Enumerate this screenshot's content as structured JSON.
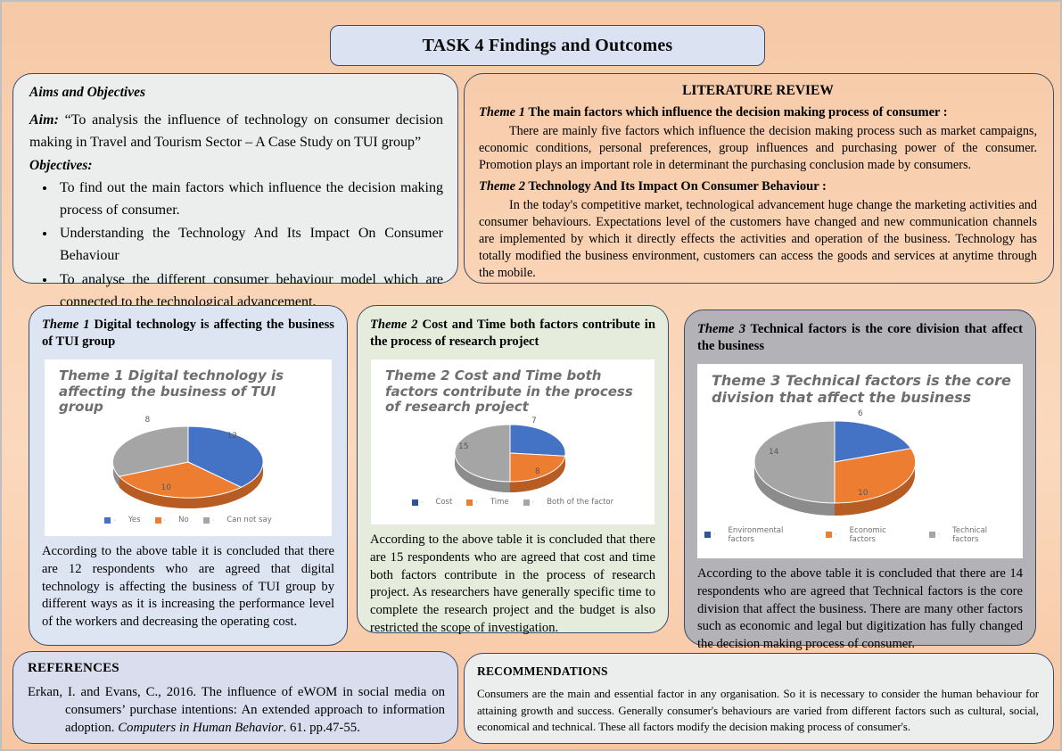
{
  "title": {
    "text": "TASK 4 Findings and Outcomes"
  },
  "aims": {
    "heading": "Aims and Objectives",
    "aim_label": "Aim:",
    "aim_text": "“To analysis the influence of technology on consumer decision making in Travel and Tourism Sector  – A Case Study on TUI group”",
    "objectives_label": "Objectives:",
    "objectives": [
      "To find out the main factors which influence the decision making process of consumer.",
      "Understanding the Technology And Its Impact On Consumer Behaviour",
      "To analyse the different consumer behaviour model which are connected to the technological advancement."
    ]
  },
  "literature": {
    "title": "LITERATURE REVIEW",
    "themes": [
      {
        "label": "Theme 1",
        "heading": "The main factors which influence the decision making process of consumer :",
        "paragraph": "There are mainly five factors which influence the decision making process such as market campaigns, economic conditions, personal preferences, group influences and purchasing power of the consumer. Promotion plays an important role in determinant the purchasing conclusion made by consumers."
      },
      {
        "label": "Theme 2",
        "heading": "Technology And Its Impact On Consumer Behaviour :",
        "paragraph": "In the today's competitive market, technological advancement huge change the marketing activities and consumer behaviours. Expectations level of the customers have changed and new communication channels are implemented by which it directly effects the activities and operation of the business. Technology has totally modified the business environment, customers can access the goods and services at anytime through the mobile."
      }
    ]
  },
  "theme_panels": [
    {
      "label": "Theme 1",
      "heading": "Digital technology is affecting the business of TUI group",
      "chart_title": "Theme 1 Digital technology is affecting the business of TUI group",
      "conclusion": "According to the above table it is concluded that there are 12 respondents who are agreed that digital technology is affecting the business of TUI group by different ways as it is increasing the performance level of the workers and decreasing the operating cost."
    },
    {
      "label": "Theme 2",
      "heading": "Cost and Time both factors contribute in the process of research project",
      "chart_title": "Theme 2 Cost and Time both factors contribute in the process of research project",
      "conclusion": "According to the above table it is concluded that there are 15 respondents who are agreed that cost and time both factors contribute in the process of research project. As researchers have generally specific time to complete the research project and the budget is also restricted the scope of investigation."
    },
    {
      "label": "Theme 3",
      "heading": "Technical factors is the core division that affect the business",
      "chart_title": "Theme 3 Technical factors is the core division that affect the business",
      "conclusion": "According to the above table it is concluded that there are 14 respondents who are agreed that Technical factors is the core division that affect the business. There are many other factors such as economic and legal but digitization has fully changed the decision making process of consumer."
    }
  ],
  "chart_data": [
    {
      "type": "pie",
      "title": "Theme 1 Digital technology is affecting the business of TUI group",
      "categories": [
        "Yes",
        "No",
        "Can not say"
      ],
      "values": [
        12,
        10,
        8
      ],
      "colors": [
        "#4472c4",
        "#ed7d31",
        "#a5a5a5"
      ],
      "labels": [
        "12",
        "10",
        "8"
      ],
      "legend_position": "bottom",
      "three_d": true
    },
    {
      "type": "pie",
      "title": "Theme 2 Cost and Time both factors contribute in the process of research project",
      "categories": [
        "Cost",
        "Time",
        "Both of the factor"
      ],
      "values": [
        7,
        8,
        15
      ],
      "colors": [
        "#4472c4",
        "#ed7d31",
        "#a5a5a5"
      ],
      "labels": [
        "7",
        "8",
        "15"
      ],
      "legend_position": "bottom",
      "three_d": true
    },
    {
      "type": "pie",
      "title": "Theme 3 Technical factors is the core division that affect the business",
      "categories": [
        "Environmental factors",
        "Economic factors",
        "Technical factors"
      ],
      "values": [
        6,
        10,
        14
      ],
      "colors": [
        "#4472c4",
        "#ed7d31",
        "#a5a5a5"
      ],
      "labels": [
        "6",
        "10",
        "14"
      ],
      "legend_position": "bottom",
      "three_d": true
    }
  ],
  "references": {
    "heading": "REFERENCES",
    "items": [
      {
        "pre": "Erkan, I. and Evans, C., 2016. The influence of eWOM in social media on consumers’ purchase intentions: An extended approach to information adoption. ",
        "italic": "Computers in Human Behavior",
        "post": ". 61. pp.47-55."
      }
    ]
  },
  "recommendations": {
    "heading": "RECOMMENDATIONS",
    "body": "Consumers are the main and essential factor in any organisation. So it is necessary to consider the human behaviour for attaining growth and success. Generally consumer's behaviours are varied from different factors such as cultural, social, economical and technical. These all factors modify the decision making process of consumer's."
  },
  "theme_colors": {
    "background": "#f7cdab",
    "title_fill": "#dbe2f1",
    "aims_fill": "#eceded",
    "theme1_fill": "#dde5f2",
    "theme2_fill": "#e5ecdb",
    "theme3_fill": "#b3b2b6",
    "refs_fill": "#d9dded",
    "border": "#3b4a6b"
  }
}
